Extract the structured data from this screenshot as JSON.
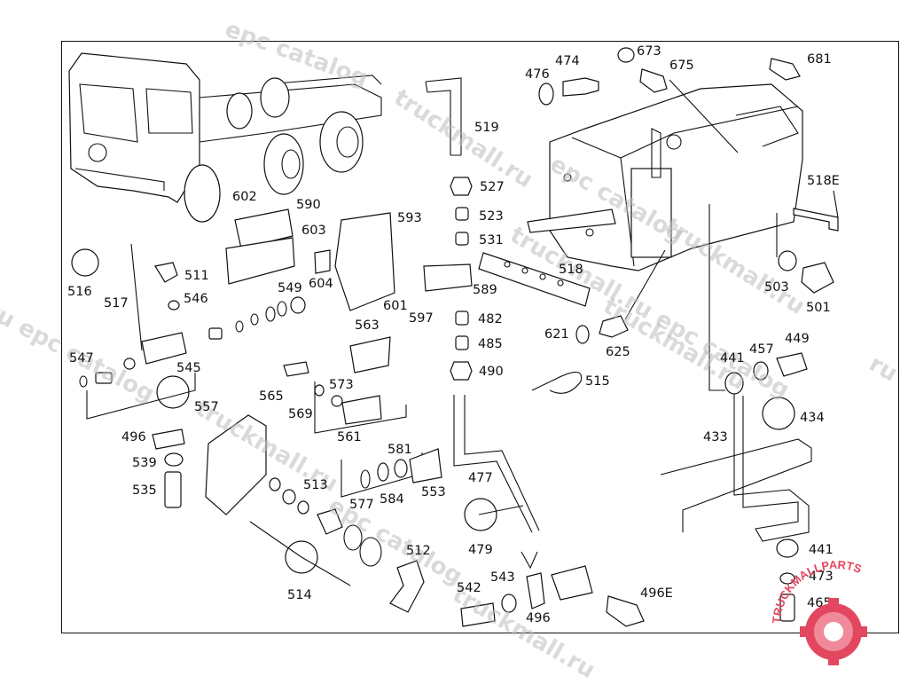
{
  "labels": {
    "l474": "474",
    "l476": "476",
    "l673": "673",
    "l675": "675",
    "l681": "681",
    "l519": "519",
    "l602": "602",
    "l590": "590",
    "l593": "593",
    "l603": "603",
    "l527": "527",
    "l523": "523",
    "l531": "531",
    "l518": "518",
    "l518e": "518E",
    "l516": "516",
    "l517": "517",
    "l511": "511",
    "l546": "546",
    "l604": "604",
    "l549": "549",
    "l601": "601",
    "l597": "597",
    "l589": "589",
    "l563": "563",
    "l482": "482",
    "l485": "485",
    "l490": "490",
    "l621": "621",
    "l625": "625",
    "l503": "503",
    "l501": "501",
    "l547": "547",
    "l545": "545",
    "l557": "557",
    "l565": "565",
    "l573": "573",
    "l569": "569",
    "l561": "561",
    "l515": "515",
    "l441a": "441",
    "l457": "457",
    "l449": "449",
    "l434": "434",
    "l433": "433",
    "l496a": "496",
    "l539": "539",
    "l535": "535",
    "l513": "513",
    "l581": "581",
    "l577": "577",
    "l584": "584",
    "l553": "553",
    "l477": "477",
    "l479": "479",
    "l514": "514",
    "l512": "512",
    "l542": "542",
    "l543": "543",
    "l496b": "496",
    "l496e": "496E",
    "l441b": "441",
    "l473": "473",
    "l465": "465"
  },
  "watermarks": {
    "w1": "epc catalog",
    "w2": "truckmall.ru",
    "w3": "epc catalog",
    "w4": "truckmall.ru",
    "w5": "ru epc catalog",
    "w6": "truckmall.ru",
    "w7": "epc catalog",
    "w8": "truckmall.ru",
    "w9": "truckmall.ru epc catalog",
    "w10": "ru",
    "w11": "truckmall.ru"
  },
  "logo": {
    "text": "TRUCKMALLPARTS",
    "colors": {
      "primary": "#e3475f",
      "secondary": "#f08a9a"
    }
  }
}
